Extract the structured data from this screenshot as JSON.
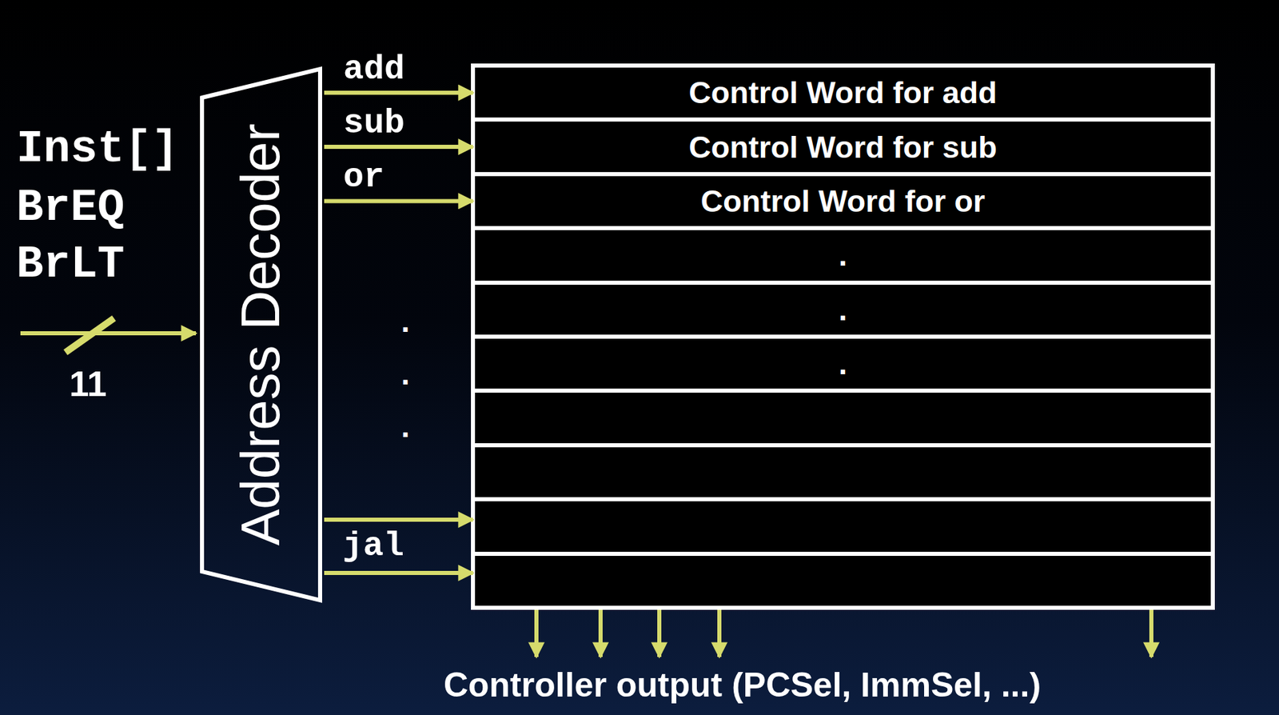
{
  "diagram": {
    "nodes": [
      {
        "text": [
          "Address Decoder"
        ]
      },
      {
        "text": [
          "Control Word for add"
        ]
      },
      {
        "text": [
          "Control Word for sub"
        ]
      },
      {
        "text": [
          "Control Word for or"
        ]
      },
      {
        "text": [
          "."
        ]
      },
      {
        "text": [
          "."
        ]
      },
      {
        "text": [
          "."
        ]
      }
    ],
    "edges": [
      {
        "from": 0,
        "to": 1,
        "arrow": "to",
        "label": "add"
      },
      {
        "from": 0,
        "to": 2,
        "arrow": "to",
        "label": "sub"
      },
      {
        "from": 0,
        "to": 3,
        "arrow": "to",
        "label": "or"
      }
    ],
    "labels": [
      "Inst[]",
      "BrEQ",
      "BrLT",
      "11",
      ".",
      ".",
      ".",
      "jal",
      "Controller output (PCSel, ImmSel, ...)"
    ]
  }
}
